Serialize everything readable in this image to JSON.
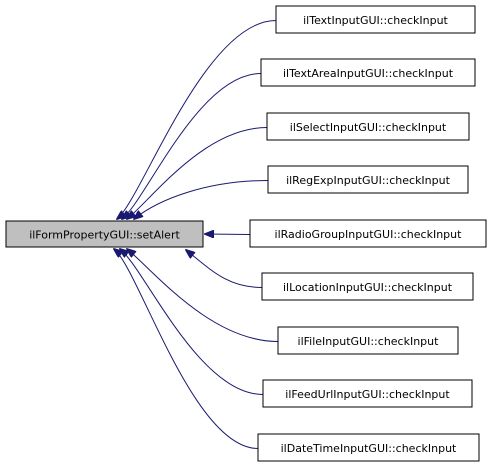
{
  "graph": {
    "colors": {
      "edge": "#191970",
      "node_border": "#000000",
      "source_fill": "#bfbfbf",
      "target_fill": "#ffffff"
    },
    "source": {
      "label": "ilFormPropertyGUI::setAlert"
    },
    "targets": [
      {
        "label": "ilTextInputGUI::checkInput"
      },
      {
        "label": "ilTextAreaInputGUI::checkInput"
      },
      {
        "label": "ilSelectInputGUI::checkInput"
      },
      {
        "label": "ilRegExpInputGUI::checkInput"
      },
      {
        "label": "ilRadioGroupInputGUI::checkInput"
      },
      {
        "label": "ilLocationInputGUI::checkInput"
      },
      {
        "label": "ilFileInputGUI::checkInput"
      },
      {
        "label": "ilFeedUrlInputGUI::checkInput"
      },
      {
        "label": "ilDateTimeInputGUI::checkInput"
      }
    ]
  }
}
